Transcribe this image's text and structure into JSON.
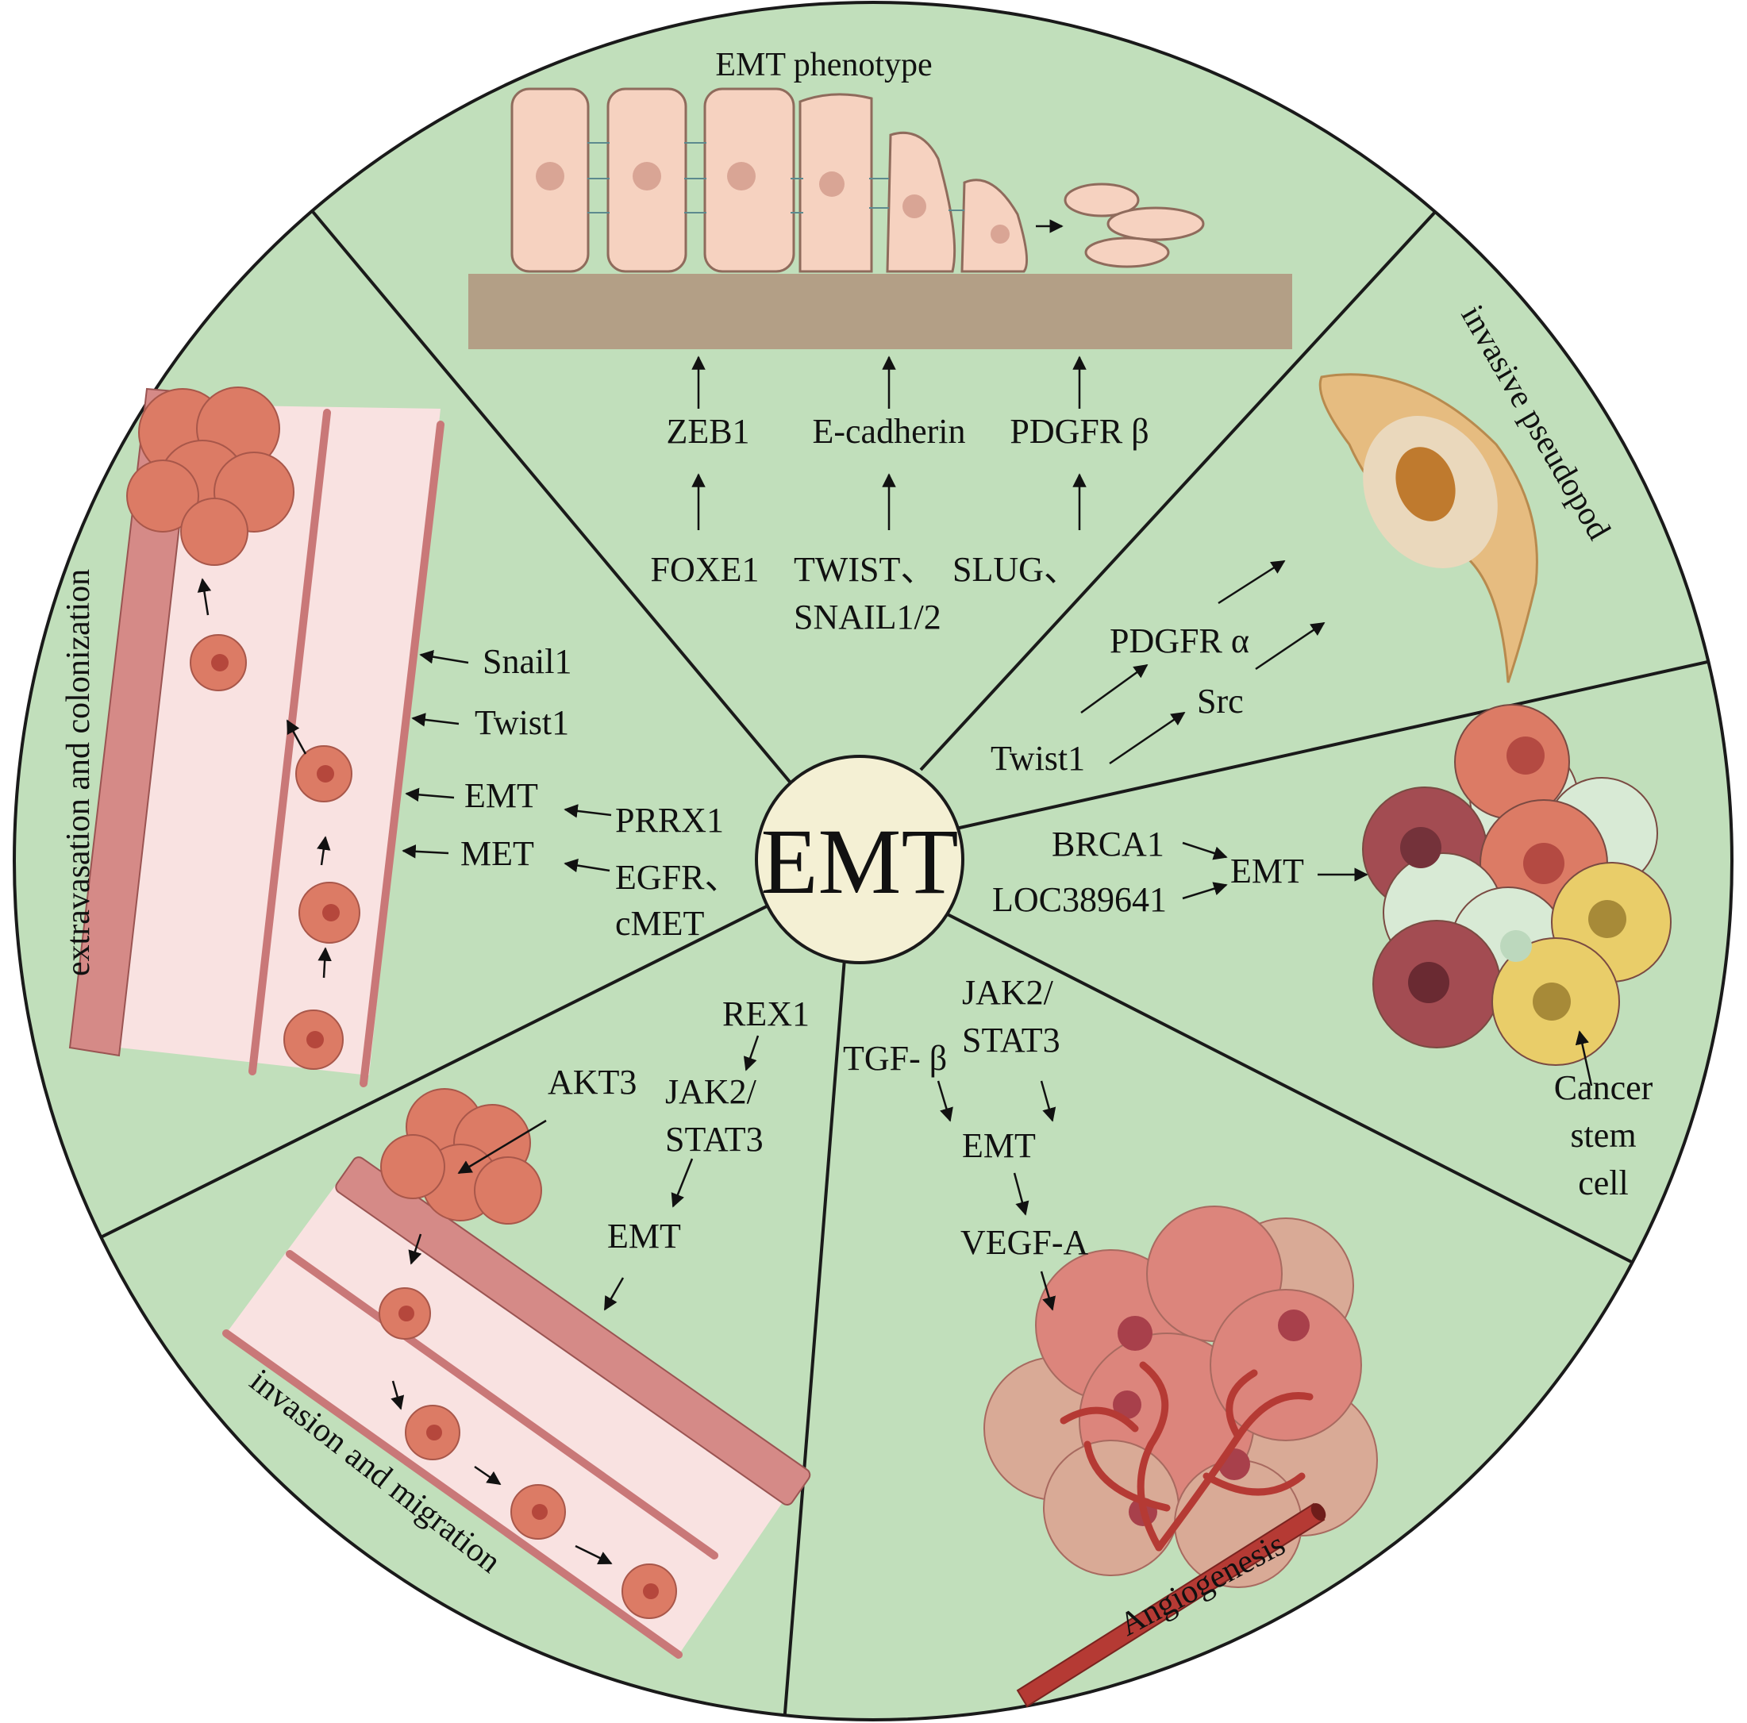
{
  "center": {
    "label": "EMT"
  },
  "colors": {
    "background": "#c1dfbb",
    "hub": "#f4f0d4",
    "basement": "#b39f86",
    "epithelial_cell": "#f6d2c0",
    "tumor_cell": "#dc7b65",
    "vessel_interior": "#f9e2e1",
    "lining_cell": "#d58a87",
    "blood_vessel": "#b53a34",
    "cancer_stem_dark": "#a34c52",
    "cancer_stem_light": "#d8ead5",
    "cancer_stem_yellow": "#e9cd69"
  },
  "sections": {
    "emt_phenotype": {
      "title": "EMT phenotype",
      "targets": [
        "ZEB1",
        "E-cadherin",
        "PDGFR β"
      ],
      "regulators": [
        "FOXE1",
        "TWIST、",
        "SLUG、",
        "SNAIL1/2"
      ]
    },
    "invasive_pseudopod": {
      "title": "invasive pseudopod",
      "labels": [
        "PDGFR α",
        "Src",
        "Twist1"
      ]
    },
    "cancer_stem_cell": {
      "inputs": [
        "BRCA1",
        "LOC389641"
      ],
      "emt": "EMT",
      "caption": [
        "Cancer",
        "stem",
        "cell"
      ]
    },
    "angiogenesis": {
      "title": "Angiogenesis",
      "labels": [
        "JAK2/",
        "STAT3",
        "TGF- β",
        "EMT",
        "VEGF-A"
      ]
    },
    "invasion_migration": {
      "title": "invasion and migration",
      "labels": [
        "REX1",
        "JAK2/",
        "STAT3",
        "AKT3",
        "EMT"
      ]
    },
    "extravasation": {
      "title": "extravasation and colonization",
      "labels": [
        "Snail1",
        "Twist1",
        "EMT",
        "MET",
        "PRRX1",
        "EGFR、",
        "cMET"
      ]
    }
  }
}
